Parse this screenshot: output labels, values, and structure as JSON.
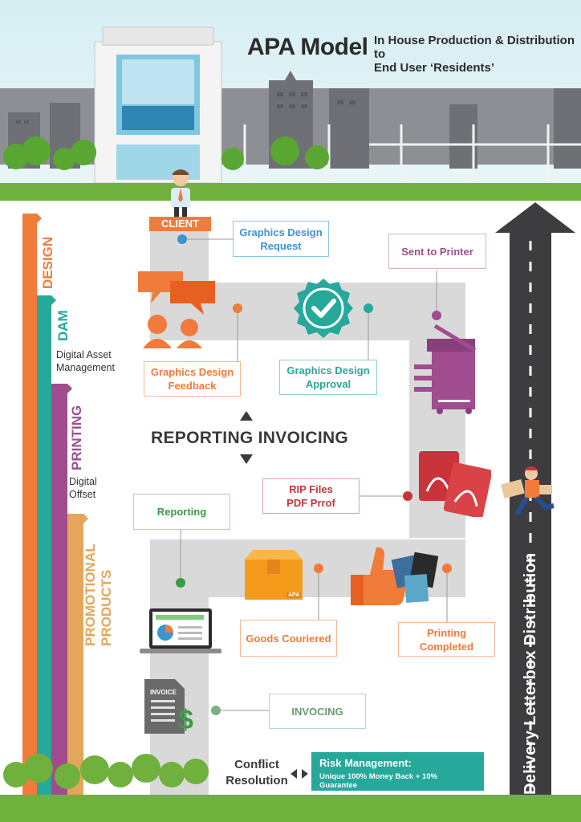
{
  "header": {
    "title": "APA Model",
    "subtitle_line1": "In House Production & Distribution to",
    "subtitle_line2": "End User ‘Residents’"
  },
  "client_label": "CLIENT",
  "steps": {
    "graphics_request": "Graphics Design Request",
    "sent_to_printer": "Sent to Printer",
    "graphics_feedback": "Graphics Design Feedback",
    "graphics_approval": "Graphics Design Approval",
    "rip_files_line1": "RIP Files",
    "rip_files_line2": "PDF Prrof",
    "reporting": "Reporting",
    "goods_couriered": "Goods Couriered",
    "printing_completed": "Printing Completed",
    "invocing": "INVOCING",
    "reporting_invoicing": "REPORTING INVOICING"
  },
  "sidebar": {
    "design": "DESIGN",
    "dam": "DAM",
    "dam_desc_1": "Digital Asset",
    "dam_desc_2": "Management",
    "printing": "PRINTING",
    "printing_desc_1": "Digital",
    "printing_desc_2": "Offset",
    "promo_1": "PROMOTIONAL",
    "promo_2": "PRODUCTS"
  },
  "delivery_label": "Delivery Letterbox Distribution",
  "bottom": {
    "conflict_1": "Conflict",
    "conflict_2": "Resolution",
    "risk_title": "Risk Management:",
    "risk_desc": "Unique 100% Money Back + 10% Guarantee"
  },
  "icon_texts": {
    "invoice": "INVOICE",
    "box_brand": "APA"
  },
  "colors": {
    "orange": "#f07b3a",
    "teal": "#26a89a",
    "purple": "#a04c8f",
    "tan": "#e3a65a",
    "green": "#3b9b46",
    "red": "#c8343a",
    "blue": "#3c94d0",
    "dark_road": "#3d3d3f"
  }
}
